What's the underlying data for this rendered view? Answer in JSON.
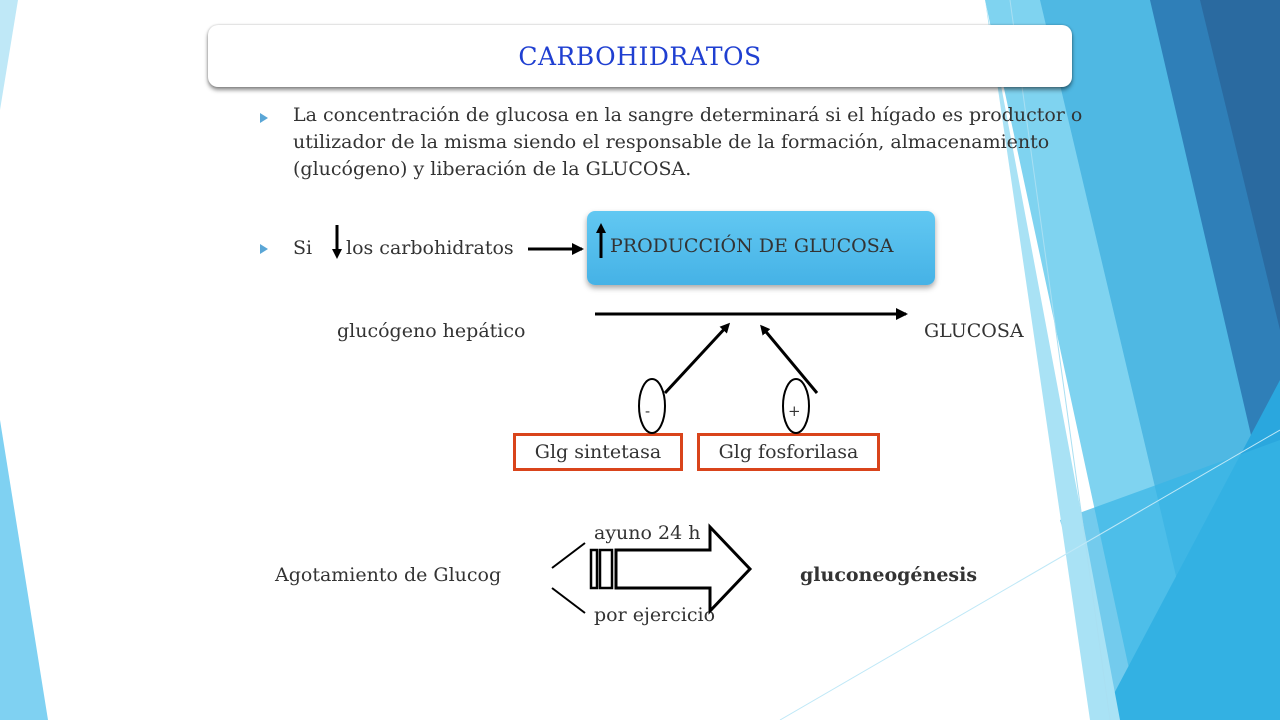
{
  "slide": {
    "title": "CARBOHIDRATOS",
    "paragraph": "La concentración de glucosa en la sangre determinará si el hígado es productor o utilizador de la misma siendo el responsable de  la formación, almacenamiento (glucógeno) y liberación de la GLUCOSA.",
    "condition": {
      "si": "Si",
      "carbs": "los carbohidratos",
      "production": "PRODUCCIÓN DE GLUCOSA"
    },
    "pathway": {
      "source": "glucógeno hepático",
      "product": "GLUCOSA",
      "minus": "-",
      "plus": "+",
      "enzyme_left": "Glg sintetasa",
      "enzyme_right": "Glg fosforilasa"
    },
    "depletion": {
      "left": "Agotamiento de Glucog",
      "fasting": "ayuno 24 h",
      "exercise": "por ejercicio",
      "result": "gluconeogénesis"
    }
  },
  "colors": {
    "title": "#1f3fd1",
    "accent_blue": "#45b2e6",
    "box_border": "#d9441b",
    "bullet": "#5aa6d6"
  }
}
